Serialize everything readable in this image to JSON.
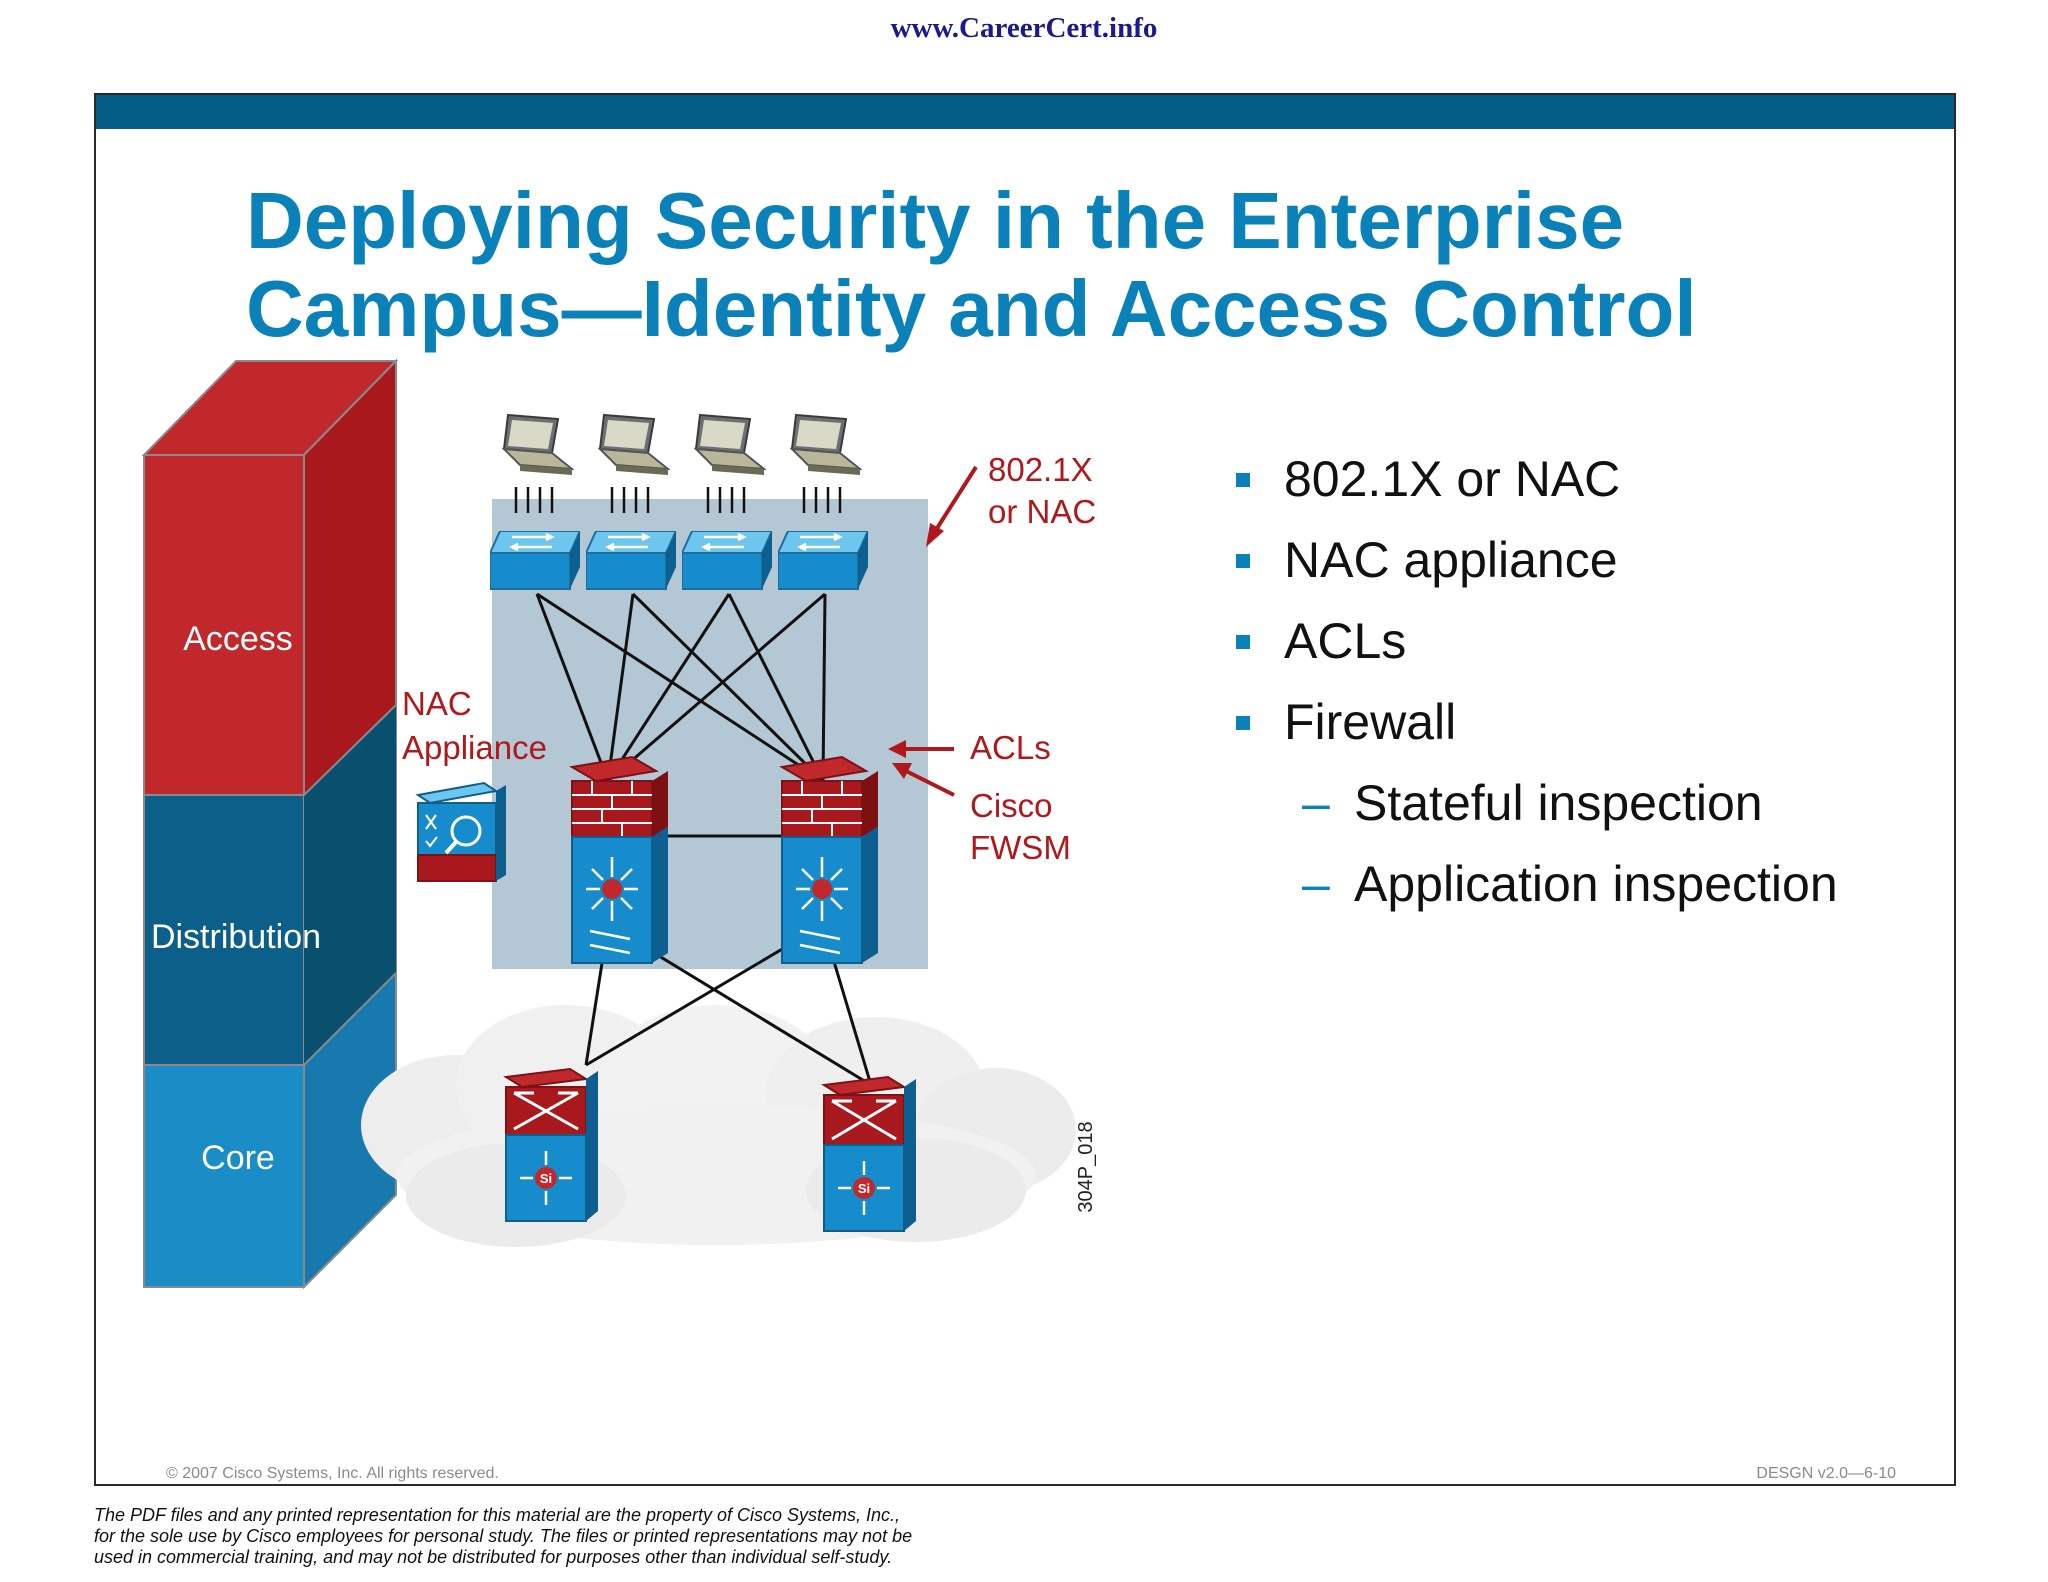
{
  "header": {
    "site_url": "www.CareerCert.info"
  },
  "slide": {
    "title_lines": [
      "Deploying Security in the Enterprise",
      "Campus—Identity and Access Control"
    ],
    "accent_color": "#0a81b8",
    "bar_color": "#035d86"
  },
  "diagram": {
    "layers": {
      "access": "Access",
      "distribution": "Distribution",
      "core": "Core"
    },
    "callouts": {
      "dot1x": [
        "802.1X",
        "or NAC"
      ],
      "nac_appliance": [
        "NAC",
        "Appliance"
      ],
      "acls": "ACLs",
      "fwsm": [
        "Cisco",
        "FWSM"
      ]
    },
    "figure_id": "304P_018",
    "core_switch_label": "Si"
  },
  "bullets": [
    {
      "text": "802.1X or NAC",
      "level": 1
    },
    {
      "text": "NAC appliance",
      "level": 1
    },
    {
      "text": "ACLs",
      "level": 1
    },
    {
      "text": "Firewall",
      "level": 1
    },
    {
      "text": "Stateful inspection",
      "level": 2
    },
    {
      "text": "Application inspection",
      "level": 2
    }
  ],
  "bullet_dash": "–",
  "footer": {
    "copyright": "© 2007 Cisco Systems, Inc. All rights reserved.",
    "course_code": "DESGN v2.0—6-10"
  },
  "disclaimer_lines": [
    "The PDF files and any printed representation for this material are the property of Cisco Systems, Inc.,",
    "for the sole use by Cisco employees for personal study. The files or printed representations may not be",
    "used in commercial training, and may not be distributed for purposes other than individual self-study."
  ]
}
